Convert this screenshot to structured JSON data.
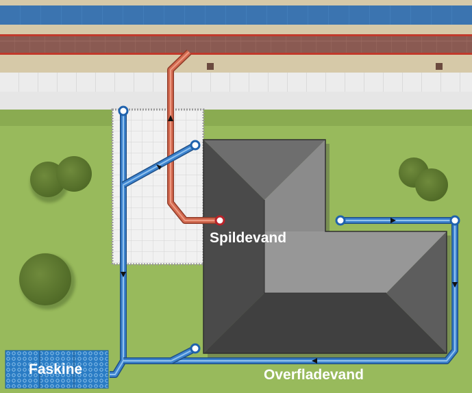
{
  "labels": {
    "wastewater": "Spildevand",
    "stormwater": "Overfladevand",
    "soakaway": "Faskine"
  },
  "colors": {
    "lawn": "#98ba5c",
    "storm_pipe": "#3c83cf",
    "waste_pipe": "#d46a50",
    "roof_dark": "#4a4a4a",
    "roof_mid": "#6d6d6d",
    "roof_light": "#8a8a8a",
    "street_blue": "#3b74b0",
    "faskine_blue": "#2a7cc4"
  },
  "icons": [
    "tree-icon",
    "flow-arrow-icon",
    "inlet-node-icon"
  ]
}
